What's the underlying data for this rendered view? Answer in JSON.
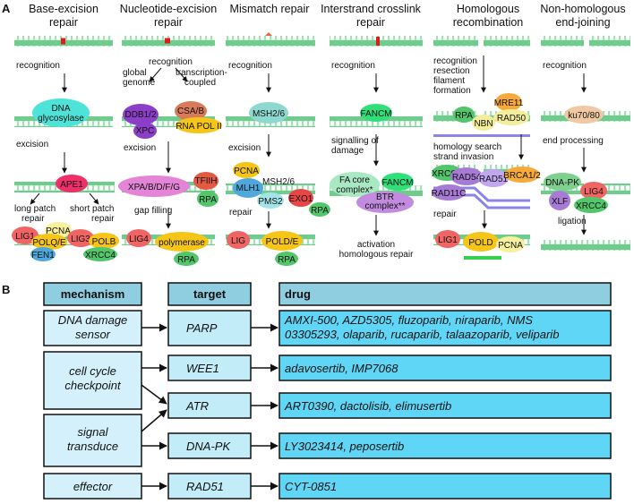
{
  "panel_a": {
    "label": "A",
    "columns": [
      {
        "title_lines": [
          "Base-excision",
          "repair"
        ]
      },
      {
        "title_lines": [
          "Nucleotide-excision",
          "repair"
        ]
      },
      {
        "title_lines": [
          "Mismatch repair"
        ]
      },
      {
        "title_lines": [
          "Interstrand crosslink",
          "repair"
        ]
      },
      {
        "title_lines": [
          "Homologous",
          "recombination"
        ]
      },
      {
        "title_lines": [
          "Non-homologous",
          "end-joining"
        ]
      }
    ],
    "ber": {
      "recognition": "recognition",
      "glycosylase": [
        "DNA",
        "glycosylase"
      ],
      "excision": "excision",
      "ape1": "APE1",
      "long_patch": [
        "long patch",
        "repair"
      ],
      "short_patch": [
        "short patch",
        "repair"
      ],
      "lig1": "LIG1",
      "pcna": "PCNA",
      "polq": "POLQ/E",
      "lig3": "LIG3",
      "polb": "POLB",
      "fen1": "FEN1",
      "xrcc4": "XRCC4"
    },
    "ner": {
      "recognition": "recognition",
      "global": [
        "global",
        "genome"
      ],
      "tc": [
        "transcription-",
        "coupled"
      ],
      "ddb": "DDB1/2",
      "csa": "CSA/B",
      "xpc": "XPC",
      "rnapol": "RNA POL II",
      "excision": "excision",
      "xpa": "XPA/B/D/F/G",
      "tfiih": "TFIIH",
      "rpa": "RPA",
      "gap": "gap filling",
      "lig4": "LIG4",
      "polymerase": "polymerase",
      "rpa2": "RPA"
    },
    "mmr": {
      "recognition": "recognition",
      "msh": "MSH2/6",
      "excision": "excision",
      "pcna": "PCNA",
      "mlh1": "MLH1",
      "msh2": "MSH2/6",
      "pms2": "PMS2",
      "exo1": "EXO1",
      "rpa": "RPA",
      "repair": "repair",
      "lig": "LIG",
      "pold": "POLD/E",
      "rpa2": "RPA"
    },
    "icl": {
      "recognition": "recognition",
      "fancm": "FANCM",
      "signalling": [
        "signalling of",
        "damage"
      ],
      "fa_core": [
        "FA core",
        "complex*"
      ],
      "fancm2": "FANCM",
      "btr": [
        "BTR",
        "complex**"
      ],
      "activation": [
        "activation",
        "homologous repair"
      ]
    },
    "hr": {
      "steps": [
        "recognition",
        "resection",
        "filament",
        "formation"
      ],
      "mre11": "MRE11",
      "rpa": "RPA",
      "nbn": "NBN",
      "rad50": "RAD50",
      "search": [
        "homology search",
        "strand invasion"
      ],
      "xrcc4": "XRCC4",
      "rad54": "RAD54",
      "rad51": "RAD51",
      "brca": "BRCA1/2",
      "rad11c": "RAD11C",
      "repair": "repair",
      "lig1": "LIG1",
      "pold": "POLD",
      "pcna": "PCNA"
    },
    "nhej": {
      "recognition": "recognition",
      "ku": "ku70/80",
      "end": "end processing",
      "dnapk": "DNA-PK",
      "lig4": "LIG4",
      "xlf": "XLF",
      "xrcc4": "XRCC4",
      "ligation": "ligation"
    }
  },
  "panel_b": {
    "label": "B",
    "headers": {
      "mechanism": "mechanism",
      "target": "target",
      "drug": "drug"
    },
    "mechanisms": [
      {
        "lines": [
          "DNA damage",
          "sensor"
        ]
      },
      {
        "lines": [
          "cell cycle",
          "checkpoint"
        ]
      },
      {
        "lines": [
          "signal",
          "transduce"
        ]
      },
      {
        "lines": [
          "effector"
        ]
      }
    ],
    "targets": [
      "PARP",
      "WEE1",
      "ATR",
      "DNA-PK",
      "RAD51"
    ],
    "drugs": [
      {
        "lines": [
          "AMXI-500, AZD5305, fluzoparib, niraparib, NMS",
          "03305293, olaparib, rucaparib, talaazoparib, veliparib"
        ]
      },
      {
        "lines": [
          "adavosertib, IMP7068"
        ]
      },
      {
        "lines": [
          "ART0390, dactolisib, elimusertib"
        ]
      },
      {
        "lines": [
          "LY3023414, peposertib"
        ]
      },
      {
        "lines": [
          "CYT-0851"
        ]
      }
    ],
    "colors": {
      "header": "#8fcde0",
      "mechanism": "#d4f1fb",
      "target": "#c3ecf9",
      "drug": "#5fd6f5"
    }
  }
}
